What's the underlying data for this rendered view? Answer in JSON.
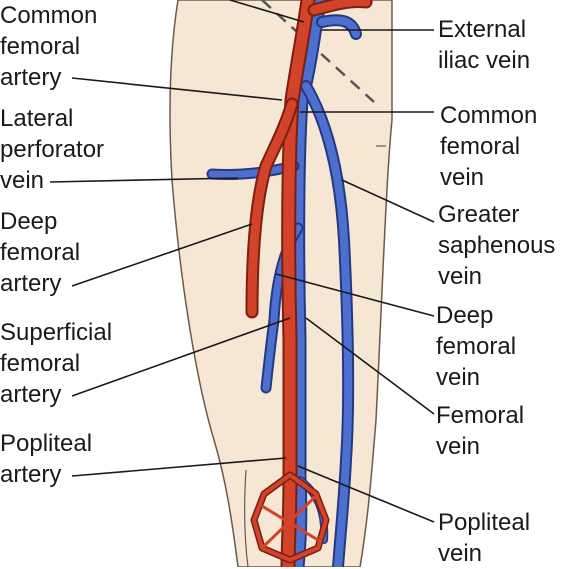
{
  "labels": {
    "common_femoral_artery": [
      "Common",
      "femoral",
      "artery"
    ],
    "lateral_perforator_vein": [
      "Lateral",
      "perforator",
      "vein"
    ],
    "deep_femoral_artery": [
      "Deep",
      "femoral",
      "artery"
    ],
    "superficial_femoral_artery": [
      "Superficial",
      "femoral",
      "artery"
    ],
    "popliteal_artery": [
      "Popliteal",
      "artery"
    ],
    "external_iliac_vein": [
      "External",
      "iliac vein"
    ],
    "common_femoral_vein": [
      "Common",
      "femoral",
      "vein"
    ],
    "greater_saphenous_vein": [
      "Greater",
      "saphenous",
      "vein"
    ],
    "deep_femoral_vein": [
      "Deep",
      "femoral",
      "vein"
    ],
    "femoral_vein": [
      "Femoral",
      "vein"
    ],
    "popliteal_vein": [
      "Popliteal",
      "vein"
    ]
  },
  "colors": {
    "skin": "#f6e6d4",
    "skin_outline": "#6b5a4a",
    "artery": "#d2432a",
    "artery_outline": "#7a1f12",
    "vein": "#4c6fd0",
    "vein_outline": "#233a80",
    "leader": "#1a1a1a",
    "text": "#1a1a1a"
  }
}
